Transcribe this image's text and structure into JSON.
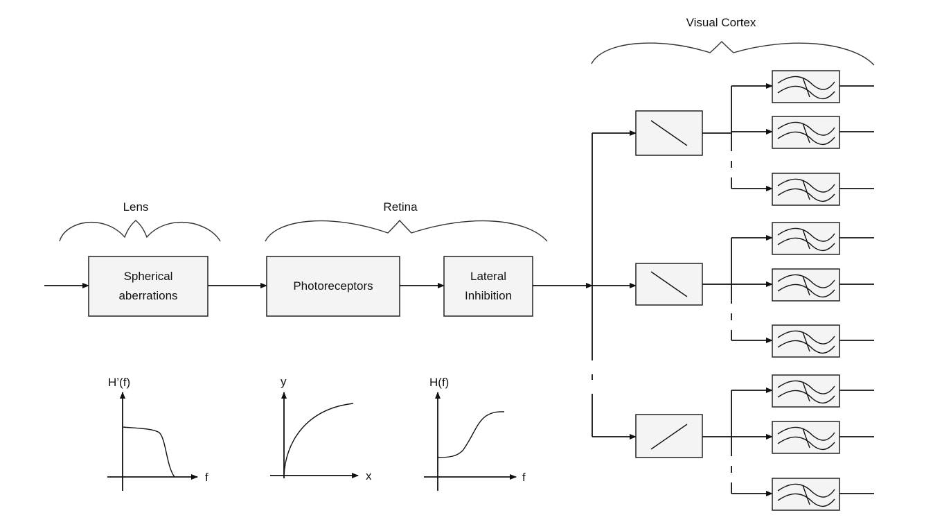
{
  "sections": {
    "lens": "Lens",
    "retina": "Retina",
    "visual_cortex": "Visual Cortex"
  },
  "blocks": {
    "spherical_line1": "Spherical",
    "spherical_line2": "aberrations",
    "photoreceptors": "Photoreceptors",
    "lateral_line1": "Lateral",
    "lateral_line2": "Inhibition"
  },
  "graphs": {
    "lens_response": {
      "ylabel": "H’(f)",
      "xlabel": "f"
    },
    "photoreceptor_response": {
      "ylabel": "y",
      "xlabel": "x"
    },
    "inhibition_response": {
      "ylabel": "H(f)",
      "xlabel": "f"
    }
  }
}
